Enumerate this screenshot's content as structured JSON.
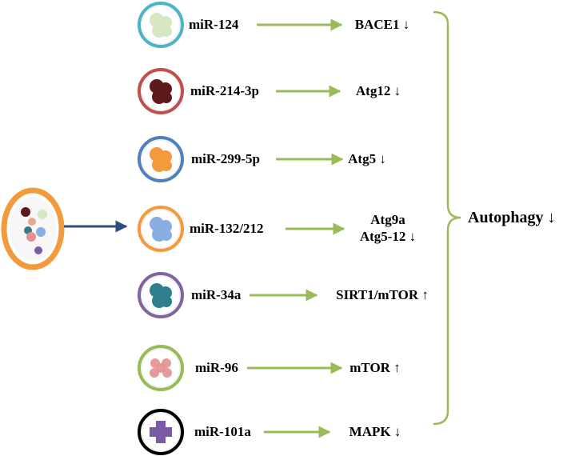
{
  "colors": {
    "arrow_green": "#9BBB59",
    "arrow_blue": "#2F4F7F",
    "bracket_green": "#9BBB59",
    "source_ring": "#F39A3C"
  },
  "source": {
    "dots": [
      "#5C1A1A",
      "#E6A88C",
      "#D6E8C3",
      "#2E7F8C",
      "#88AEE3",
      "#7A5AA5",
      "#E58F8F"
    ]
  },
  "rows": [
    {
      "mir": "miR-124",
      "target_lines": [
        "BACE1 ↓"
      ],
      "ring_color": "#4FB3C8",
      "fill_color": "#D6E8C3",
      "icon": "blobs"
    },
    {
      "mir": "miR-214-3p",
      "target_lines": [
        "Atg12 ↓"
      ],
      "ring_color": "#C0504D",
      "fill_color": "#5C1A1A",
      "icon": "blobs"
    },
    {
      "mir": "miR-299-5p",
      "target_lines": [
        "Atg5 ↓"
      ],
      "ring_color": "#4F81BD",
      "fill_color": "#F39A3C",
      "icon": "blobs"
    },
    {
      "mir": "miR-132/212",
      "target_lines": [
        "Atg9a",
        "Atg5-12 ↓"
      ],
      "ring_color": "#F39A3C",
      "fill_color": "#88AEE3",
      "icon": "blobs"
    },
    {
      "mir": "miR-34a",
      "target_lines": [
        "SIRT1/mTOR ↑"
      ],
      "ring_color": "#8064A2",
      "fill_color": "#2E7F8C",
      "icon": "blobs"
    },
    {
      "mir": "miR-96",
      "target_lines": [
        "mTOR ↑"
      ],
      "ring_color": "#9BBB59",
      "fill_color": "#E58F8F",
      "icon": "circles"
    },
    {
      "mir": "miR-101a",
      "target_lines": [
        "MAPK ↓"
      ],
      "ring_color": "#000000",
      "fill_color": "#7A5AA5",
      "icon": "cross"
    }
  ],
  "outcome": "Autophagy ↓"
}
